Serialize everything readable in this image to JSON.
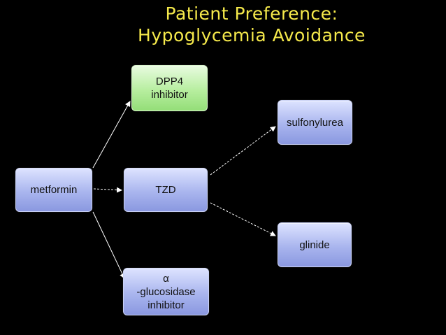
{
  "title": {
    "line1": "Patient Preference:",
    "line2": "Hypoglycemia Avoidance"
  },
  "nodes": {
    "metformin": "metformin",
    "dpp4": "DPP4\ninhibitor",
    "tzd": "TZD",
    "alpha": "α\n-glucosidase\ninhibitor",
    "sulfonylurea": "sulfonylurea",
    "glinide": "glinide"
  },
  "colors": {
    "background": "#000000",
    "title": "#f5e94b",
    "node_fill": "#a9b5ee",
    "highlight_node_fill": "#b7ee9f",
    "arrow": "#ffffff"
  }
}
